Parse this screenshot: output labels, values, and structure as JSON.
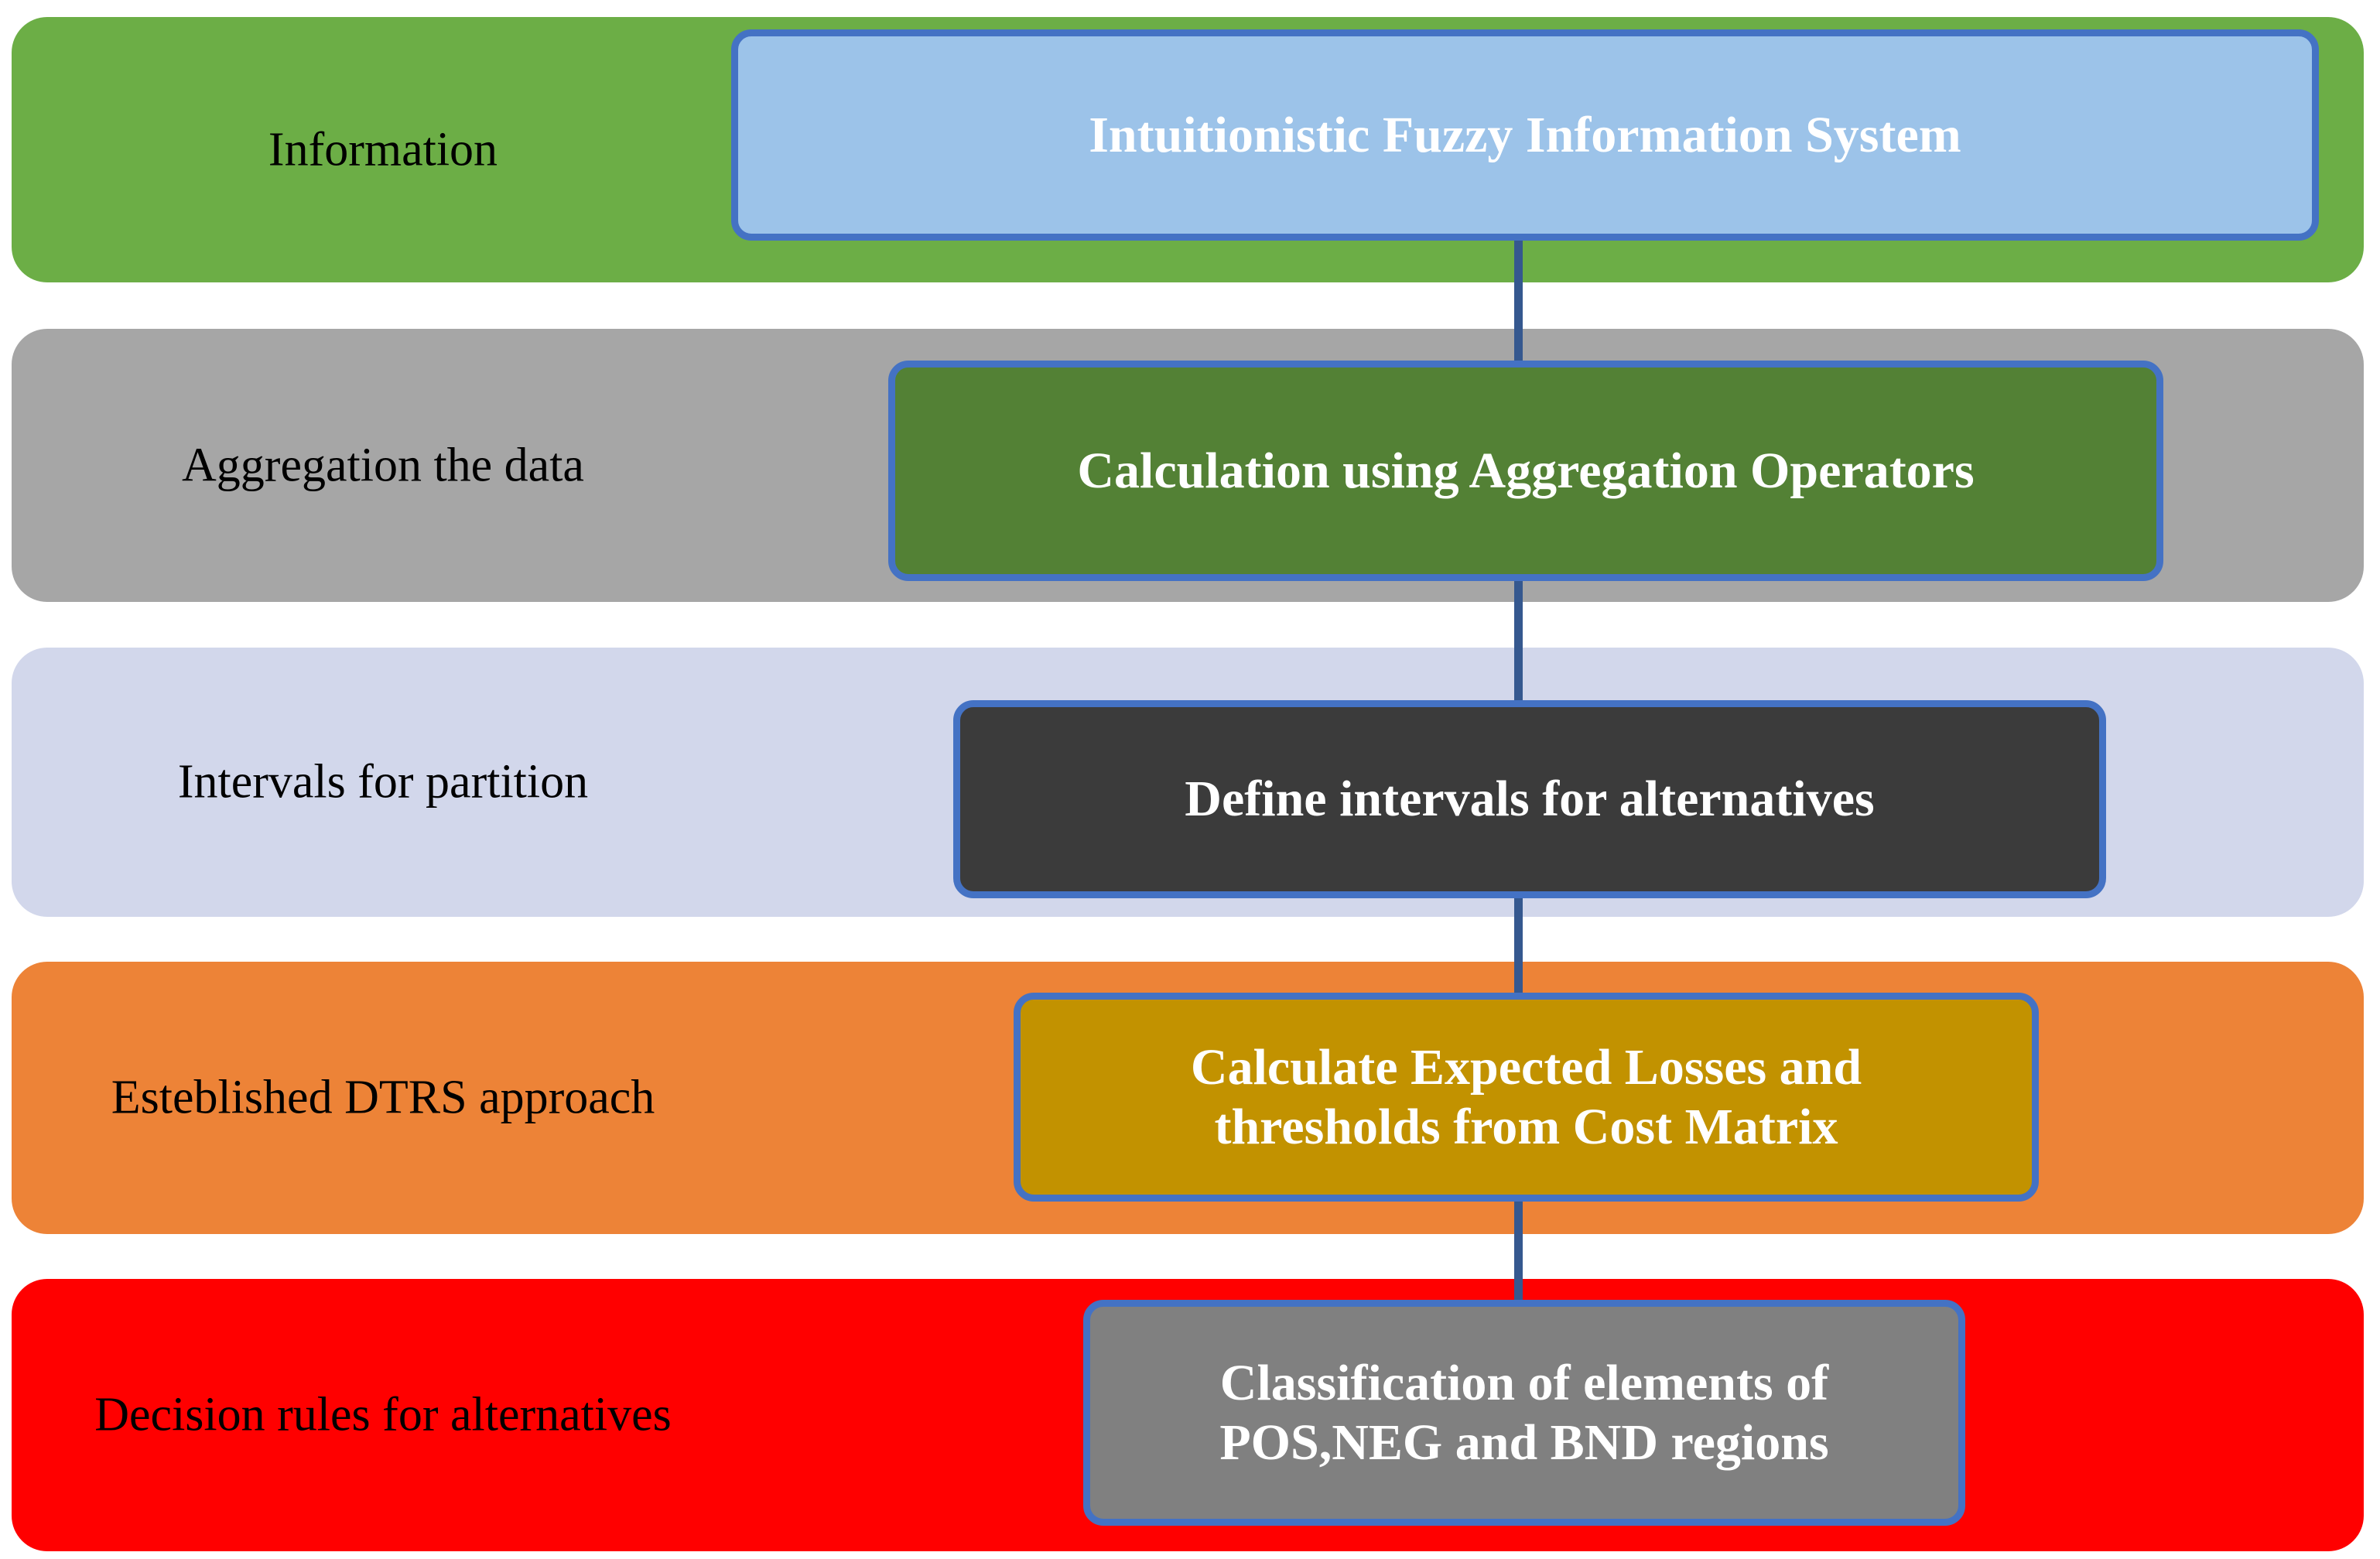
{
  "diagram": {
    "title": "Intuitionistic Fuzzy DTRS decision process flowchart",
    "type": "vertical-flowchart",
    "colors": {
      "stage_1_band": "#6CAE46",
      "stage_2_band": "#A6A6A6",
      "stage_3_band": "#D2D7EB",
      "stage_4_band": "#ED8337",
      "stage_5_band": "#FF0000",
      "box_1_fill": "#9CC3E9",
      "box_2_fill": "#538135",
      "box_3_fill": "#3B3B3B",
      "box_4_fill": "#C29200",
      "box_5_fill": "#808080",
      "box_border": "#4472C4",
      "connector_line": "#35588F",
      "band_label_text": "#000000",
      "box_text": "#FFFFFF"
    },
    "stages": [
      {
        "index": 1,
        "band_label": "Information",
        "box_text": "Intuitionistic Fuzzy Information System",
        "box_lines": [
          "Intuitionistic Fuzzy Information System"
        ]
      },
      {
        "index": 2,
        "band_label": "Aggregation the data",
        "box_text": "Calculation using Aggregation Operators",
        "box_lines": [
          "Calculation using Aggregation Operators"
        ]
      },
      {
        "index": 3,
        "band_label": "Intervals for partition",
        "box_text": "Define intervals for alternatives",
        "box_lines": [
          "Define intervals for alternatives"
        ]
      },
      {
        "index": 4,
        "band_label": "Esteblished DTRS approach",
        "band_label_lines": [
          "Esteblished DTRS",
          "approach"
        ],
        "box_text": "Calculate Expected Losses and thresholds from Cost Matrix",
        "box_lines": [
          "Calculate Expected Losses and",
          "thresholds from Cost Matrix"
        ]
      },
      {
        "index": 5,
        "band_label": "Decision rules for alternatives",
        "band_label_lines": [
          "Decision rules for",
          "alternatives"
        ],
        "box_text": "Classification of elements of POS,NEG and BND regions",
        "box_lines": [
          "Classification of elements of",
          "POS,NEG and BND regions"
        ]
      }
    ]
  }
}
